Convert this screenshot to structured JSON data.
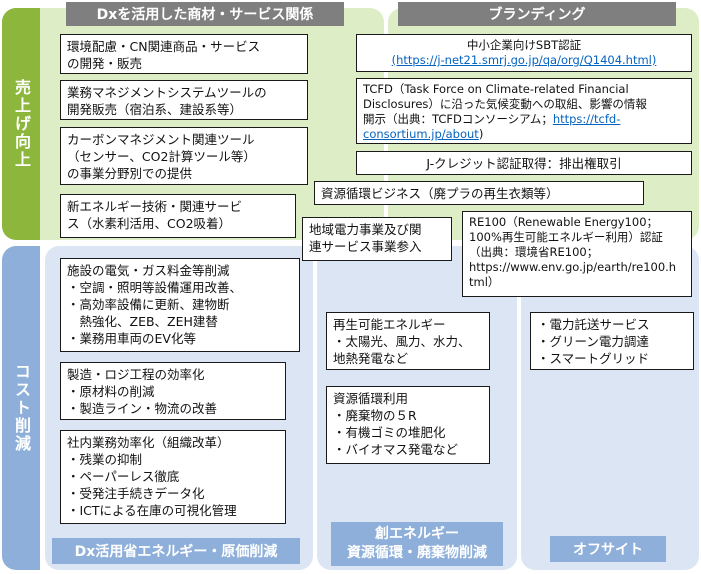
{
  "side_labels": {
    "revenue": "売上げ向上",
    "cost": "コスト削減"
  },
  "headers": {
    "dx_products": "Dxを活用した商材・サービス関係",
    "branding": "ブランディング",
    "dx_saving": "Dx活用省エネルギー・原価削減",
    "create_energy_line1": "創エネルギー",
    "create_energy_line2": "資源循環・廃棄物削減",
    "offsite": "オフサイト"
  },
  "boxes": {
    "eco_products": [
      "環境配慮・CN関連商品・サービス",
      "の開発・販売"
    ],
    "business_system": [
      "業務マネジメントシステムツールの",
      "開発販売（宿泊系、建設系等）"
    ],
    "carbon_tool": [
      "カーボンマネジメント関連ツール",
      "（センサー、CO2計算ツール等）",
      "の事業分野別での提供"
    ],
    "new_energy": [
      "新エネルギー技術・関連サービ",
      "ス（水素利活用、CO2吸着）"
    ],
    "sbt": {
      "title": "中小企業向けSBT認証",
      "link": "(https://j-net21.smrj.go.jp/qa/org/Q1404.html)"
    },
    "tcfd": {
      "line1": "TCFD（Task Force on Climate-related Financial",
      "line2": "Disclosures）に沿った気候変動への取組、影響の情報",
      "line3": "開示（出典：TCFDコンソーシアム；",
      "link1": "https://tcfd-",
      "link2": "consortium.jp/about",
      "line4_end": ")"
    },
    "jcredit": "J-クレジット認証取得：排出権取引",
    "resource_business": "資源循環ビジネス（廃プラの再生衣類等）",
    "regional_power": [
      "地域電力事業及び関",
      "連サービス事業参入"
    ],
    "re100": [
      "RE100（Renewable Energy100；",
      "100%再生可能エネルギー利用）認証",
      "（出典：環境省RE100；",
      "https://www.env.go.jp/earth/re100.h",
      "tml）"
    ],
    "facility_saving": [
      "施設の電気・ガス料金等削減",
      "・空調・照明等設備運用改善、",
      "・高効率設備に更新、建物断",
      "　熱強化、ZEB、ZEH建替",
      "・業務用車両のEV化等"
    ],
    "manufacturing": [
      "製造・ロジ工程の効率化",
      "・原材料の削減",
      "・製造ライン・物流の改善"
    ],
    "office_reform": [
      "社内業務効率化（組織改革）",
      "・残業の抑制",
      "・ペーパーレス徹底",
      "・受発注手続きデータ化",
      "・ICTによる在庫の可視化管理"
    ],
    "renewable": [
      "再生可能エネルギー",
      "・太陽光、風力、水力、",
      "地熱発電など"
    ],
    "recycling": [
      "資源循環利用",
      "・廃棄物の５R",
      "・有機ゴミの堆肥化",
      "・バイオマス発電など"
    ],
    "offsite_items": [
      "・電力託送サービス",
      "・グリーン電力調達",
      "・スマートグリッド"
    ]
  },
  "colors": {
    "green_band": "#ddeec7",
    "green_side": "#8db63c",
    "blue_band": "#dbe5f3",
    "blue_side": "#8eafd9",
    "header_gray": "#7f7f7f",
    "link": "#0563c1"
  }
}
